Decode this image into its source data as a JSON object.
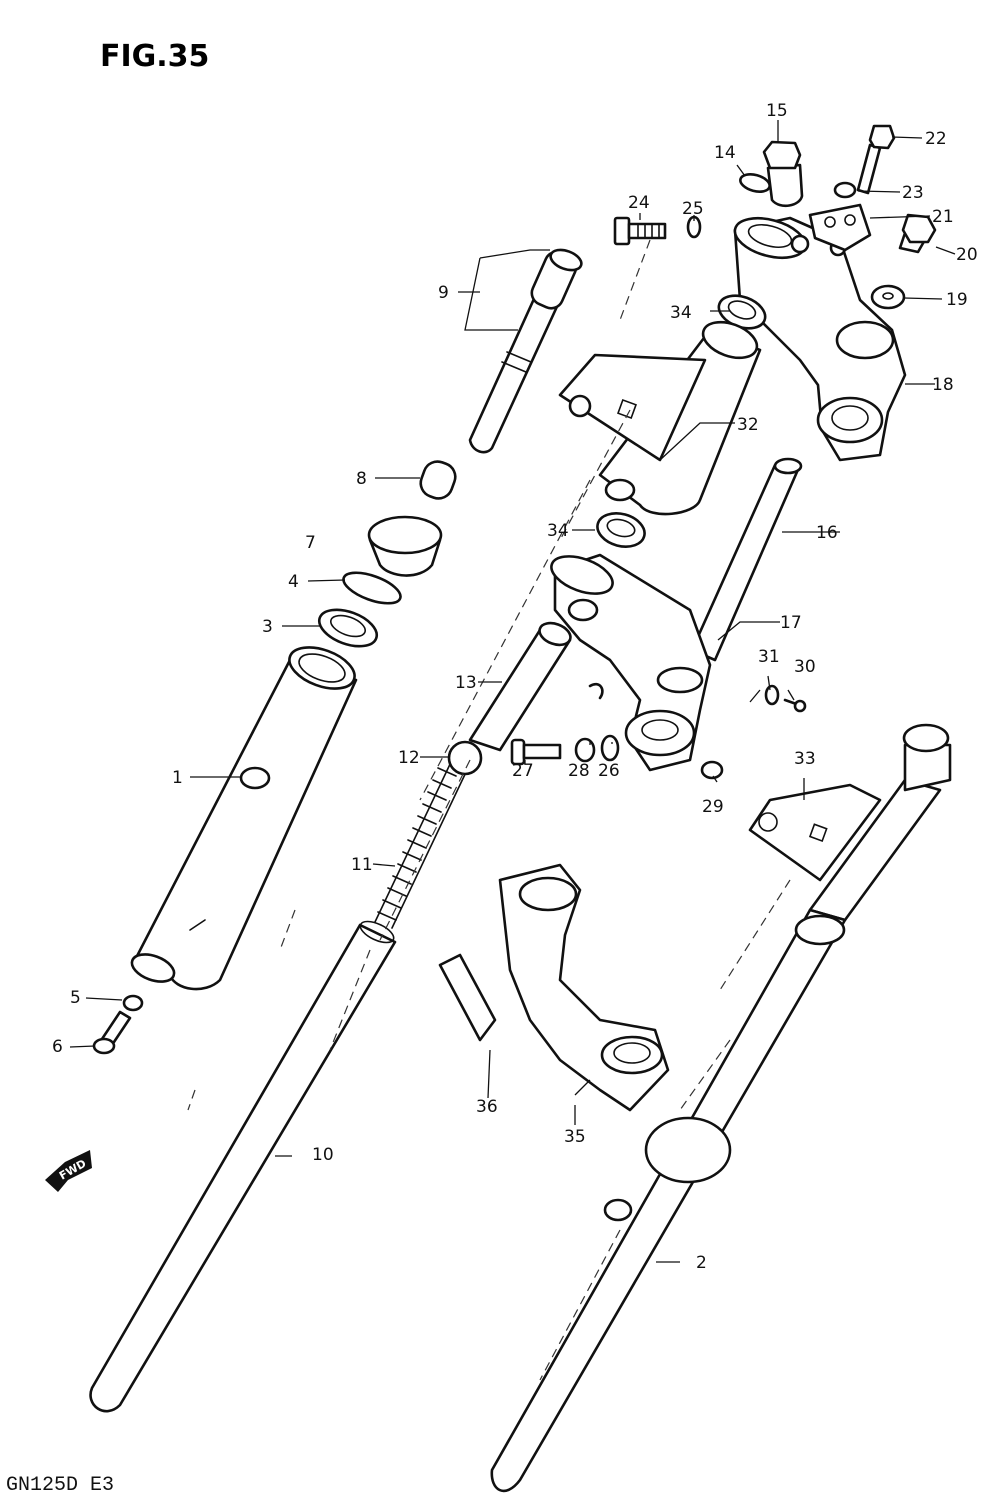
{
  "figure": {
    "title": "FIG.35",
    "footer": "GN125D  E3"
  },
  "fwd_label": "FWD",
  "labels": {
    "l1": "1",
    "l2": "2",
    "l3": "3",
    "l4": "4",
    "l5": "5",
    "l6": "6",
    "l7": "7",
    "l8": "8",
    "l9": "9",
    "l10": "10",
    "l11": "11",
    "l12": "12",
    "l13": "13",
    "l14": "14",
    "l15": "15",
    "l16": "16",
    "l17": "17",
    "l18": "18",
    "l19": "19",
    "l20": "20",
    "l21": "21",
    "l22": "22",
    "l23": "23",
    "l24": "24",
    "l25": "25",
    "l26": "26",
    "l27": "27",
    "l28": "28",
    "l29": "29",
    "l30": "30",
    "l31": "31",
    "l32": "32",
    "l33": "33",
    "l34a": "34",
    "l34b": "34",
    "l35": "35",
    "l36": "36"
  }
}
